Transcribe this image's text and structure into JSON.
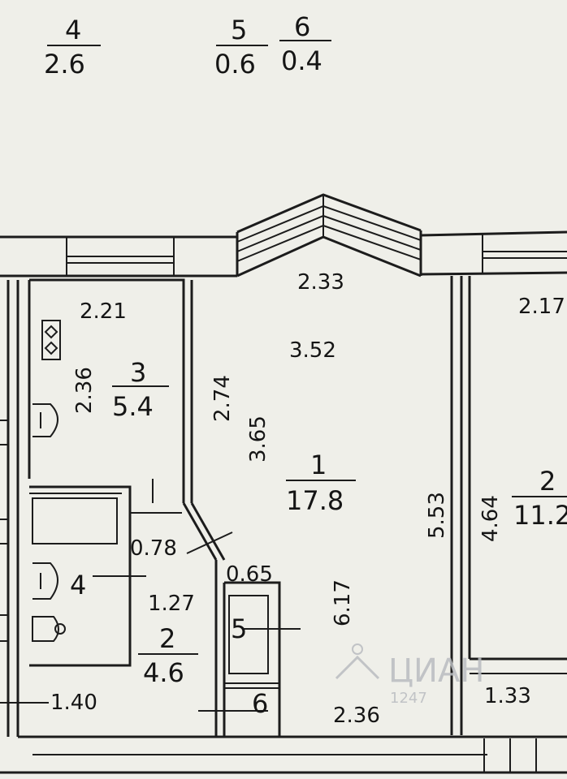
{
  "labels": {
    "top_room_4": "4",
    "top_area_4": "2.6",
    "top_room_5": "5",
    "top_area_5": "0.6",
    "top_room_6": "6",
    "top_area_6": "0.4",
    "dim_2_33": "2.33",
    "dim_2_21": "2.21",
    "dim_2_17": "2.17",
    "dim_3_52": "3.52",
    "dim_2_36_left": "2.36",
    "room_3": "3",
    "area_3": "5.4",
    "dim_2_74": "2.74",
    "dim_3_65": "3.65",
    "room_1": "1",
    "area_1": "17.8",
    "dim_5_53": "5.53",
    "dim_4_64": "4.64",
    "room_2_right": "2",
    "area_2_right": "11.2",
    "dim_0_78": "0.78",
    "dim_0_65": "0.65",
    "room_4_lower": "4",
    "dim_1_27": "1.27",
    "room_2_lower": "2",
    "area_2_lower": "4.6",
    "room_5_lower": "5",
    "dim_6_17": "6.17",
    "room_6_lower": "6",
    "dim_1_40": "1.40",
    "dim_2_36_bottom": "2.36",
    "dim_1_33": "1.33"
  },
  "watermark": {
    "text": "ЦИАН",
    "id": "1247"
  }
}
